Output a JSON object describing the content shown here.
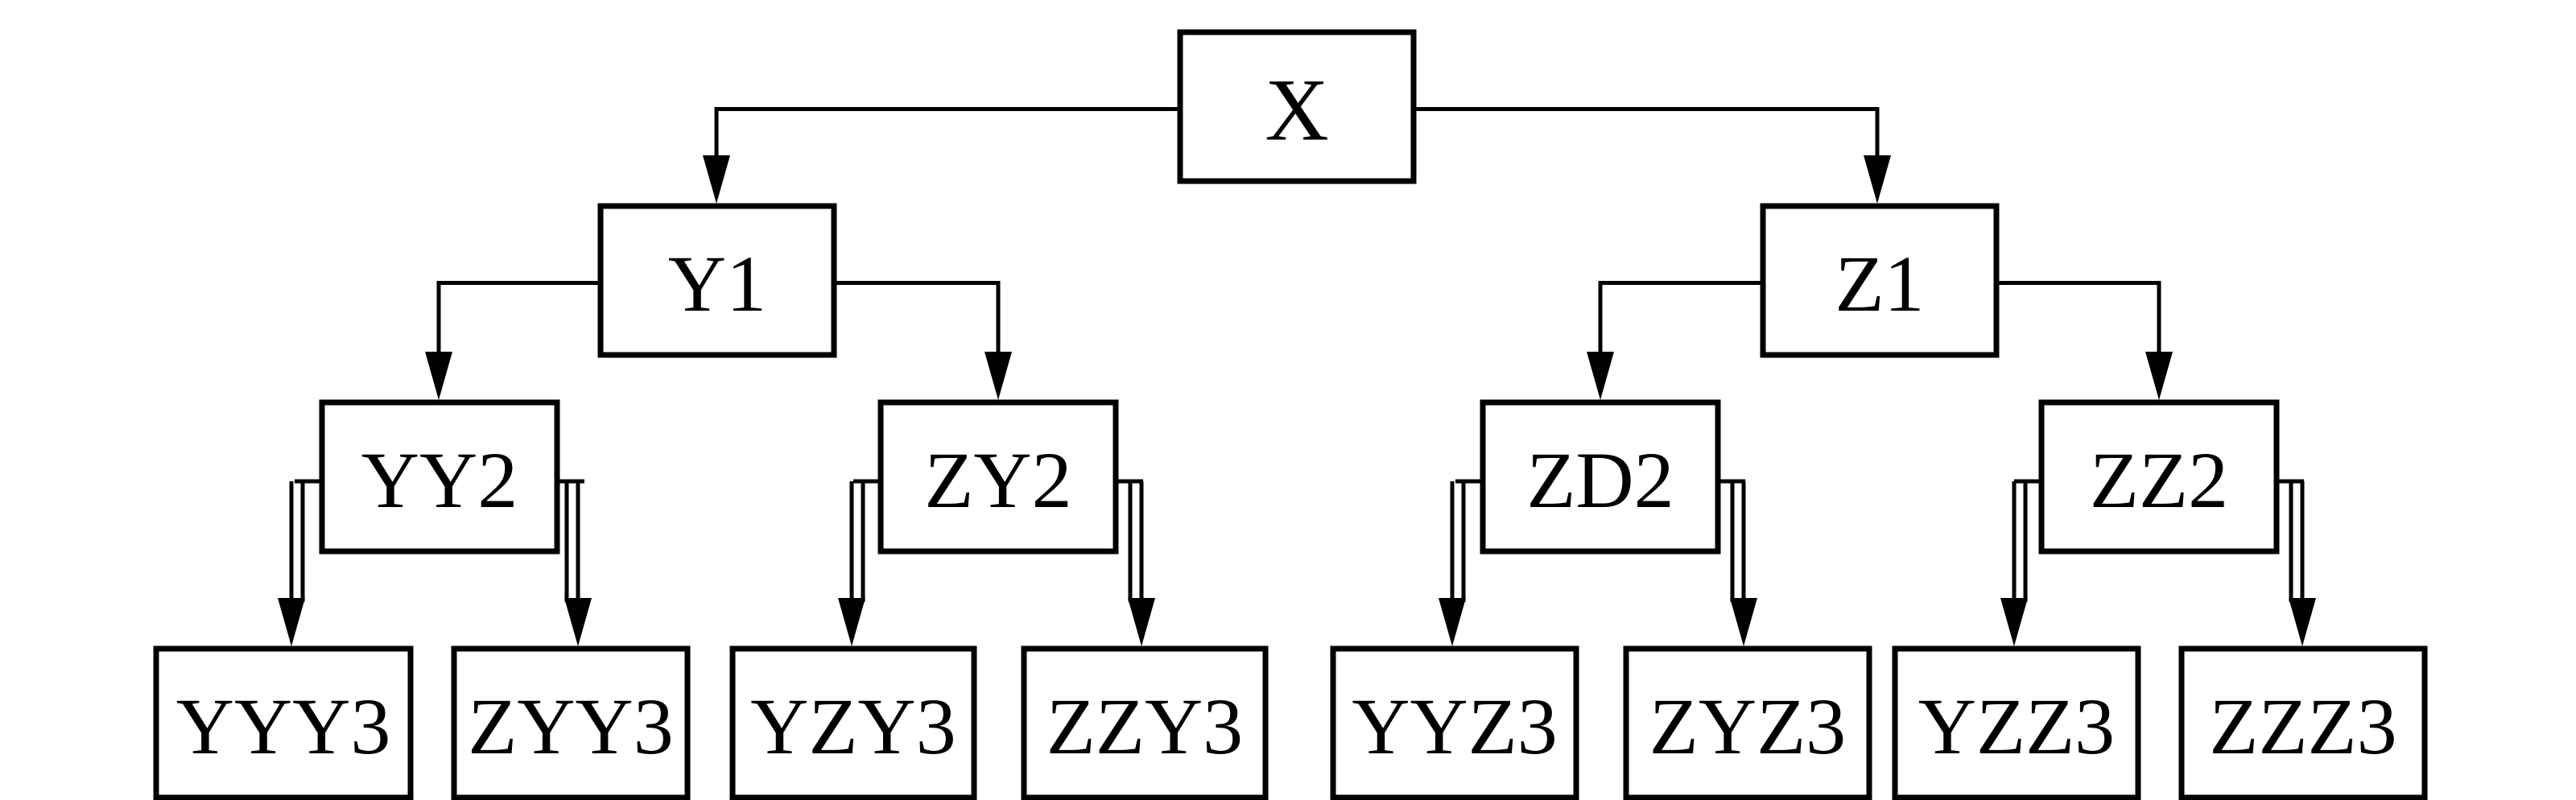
{
  "diagram": {
    "type": "tree",
    "line_color": "#000000",
    "box_fill": "#ffffff",
    "nodes": [
      {
        "id": "X",
        "label": "X"
      },
      {
        "id": "Y1",
        "label": "Y1"
      },
      {
        "id": "Z1",
        "label": "Z1"
      },
      {
        "id": "YY2",
        "label": "YY2"
      },
      {
        "id": "ZY2",
        "label": "ZY2"
      },
      {
        "id": "ZD2",
        "label": "ZD2"
      },
      {
        "id": "ZZ2",
        "label": "ZZ2"
      },
      {
        "id": "YYY3",
        "label": "YYY3"
      },
      {
        "id": "ZYY3",
        "label": "ZYY3"
      },
      {
        "id": "YZY3",
        "label": "YZY3"
      },
      {
        "id": "ZZY3",
        "label": "ZZY3"
      },
      {
        "id": "YYZ3",
        "label": "YYZ3"
      },
      {
        "id": "ZYZ3",
        "label": "ZYZ3"
      },
      {
        "id": "YZZ3",
        "label": "YZZ3"
      },
      {
        "id": "ZZZ3",
        "label": "ZZZ3"
      }
    ],
    "edges": [
      {
        "from": "X",
        "to": "Y1"
      },
      {
        "from": "X",
        "to": "Z1"
      },
      {
        "from": "Y1",
        "to": "YY2"
      },
      {
        "from": "Y1",
        "to": "ZY2"
      },
      {
        "from": "Z1",
        "to": "ZD2"
      },
      {
        "from": "Z1",
        "to": "ZZ2"
      },
      {
        "from": "YY2",
        "to": "YYY3"
      },
      {
        "from": "YY2",
        "to": "ZYY3"
      },
      {
        "from": "ZY2",
        "to": "YZY3"
      },
      {
        "from": "ZY2",
        "to": "ZZY3"
      },
      {
        "from": "ZD2",
        "to": "YYZ3"
      },
      {
        "from": "ZD2",
        "to": "ZYZ3"
      },
      {
        "from": "ZZ2",
        "to": "YZZ3"
      },
      {
        "from": "ZZ2",
        "to": "ZZZ3"
      }
    ]
  }
}
